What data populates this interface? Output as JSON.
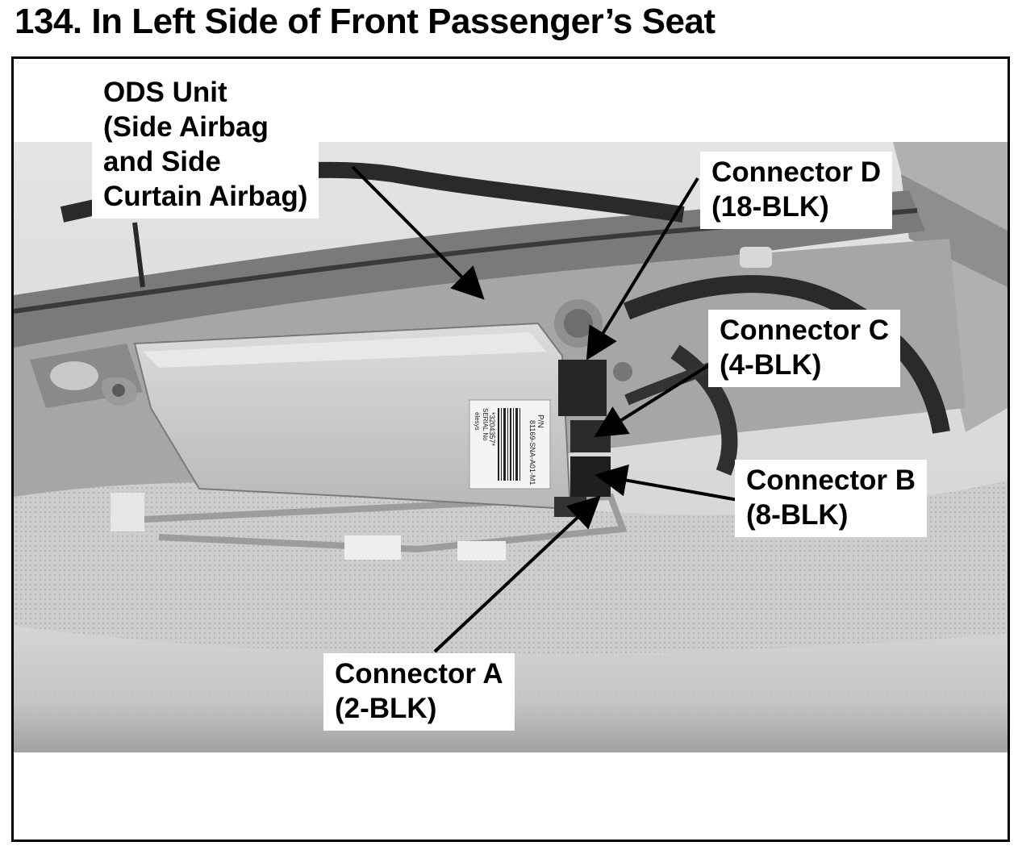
{
  "title": "134. In Left Side of Front Passenger’s Seat",
  "callouts": {
    "ods": {
      "line1": "ODS Unit",
      "line2": "(Side Airbag",
      "line3": "and Side",
      "line4": "Curtain Airbag)"
    },
    "connector_d": {
      "line1": "Connector D",
      "line2": "(18-BLK)"
    },
    "connector_c": {
      "line1": "Connector C",
      "line2": "(4-BLK)"
    },
    "connector_b": {
      "line1": "Connector B",
      "line2": "(8-BLK)"
    },
    "connector_a": {
      "line1": "Connector A",
      "line2": "(2-BLK)"
    }
  },
  "module_label": {
    "pn": "P/N",
    "serial": "SERIAL No",
    "part_number": "81169-SNA-A01-M1",
    "barcode_number": "*3204357*",
    "brand": "elesys"
  },
  "colors": {
    "frame": "#000000",
    "callout_background": "#ffffff",
    "arrow": "#000000"
  }
}
